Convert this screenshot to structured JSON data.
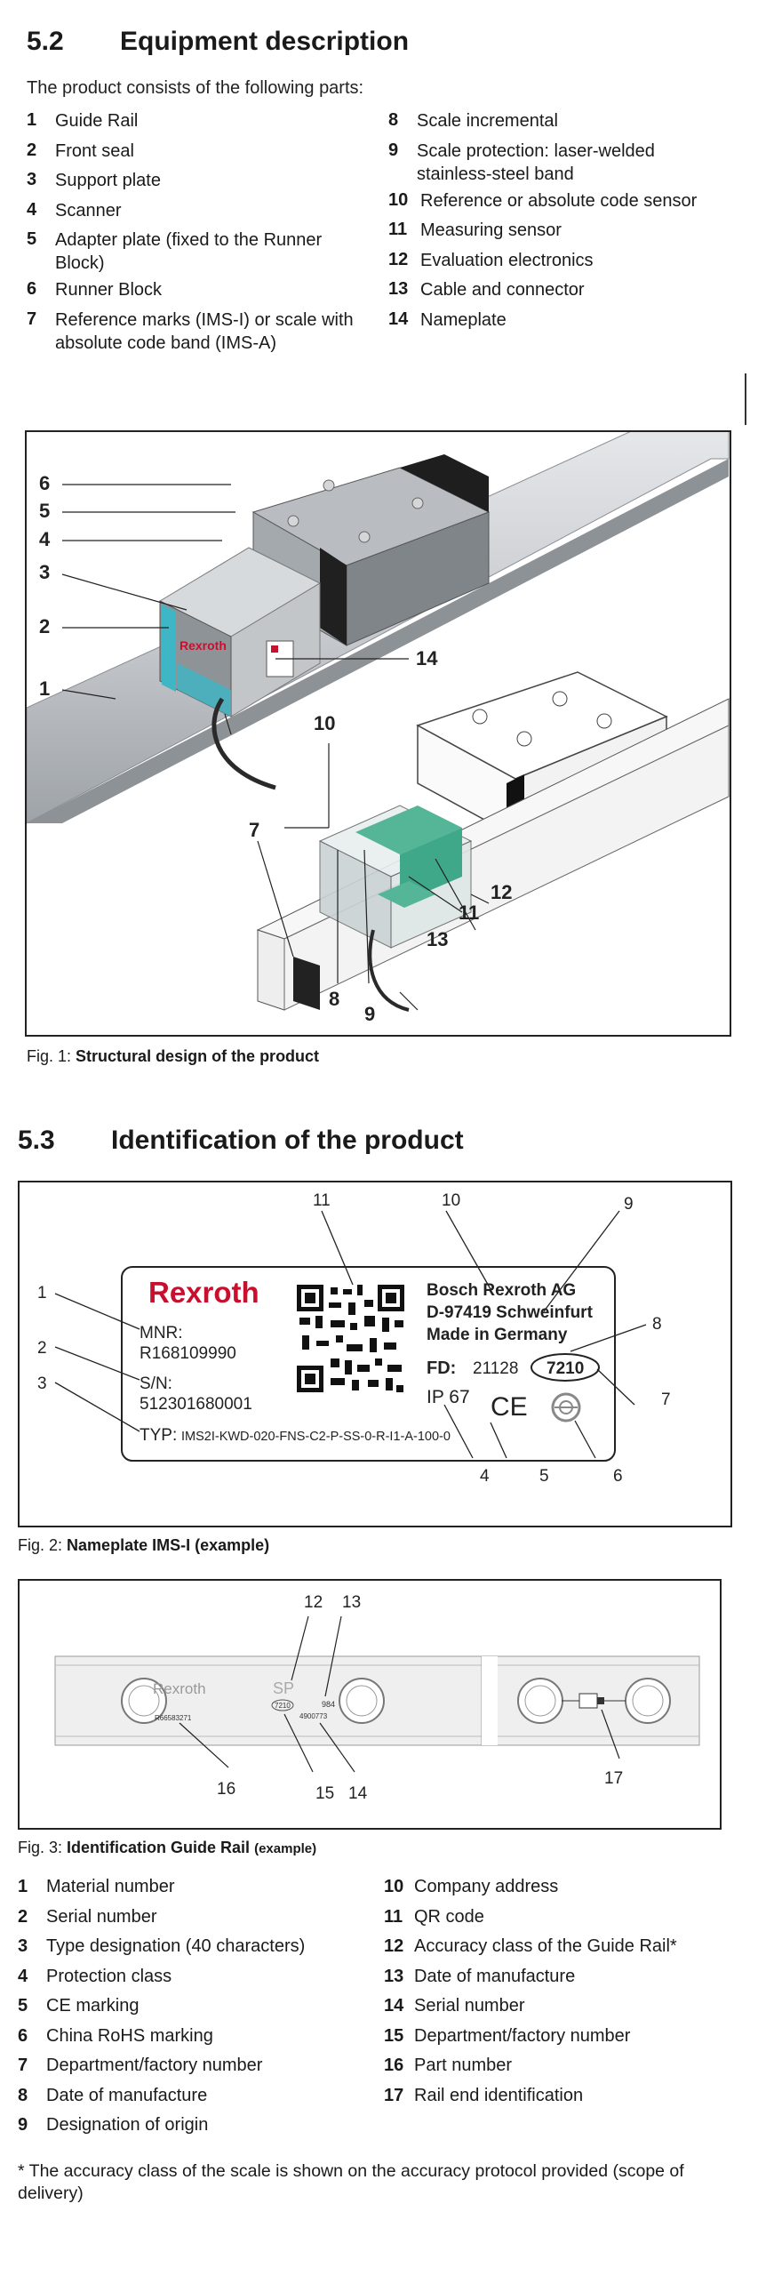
{
  "section52": {
    "num": "5.2",
    "title": "Equipment description",
    "intro": "The product consists of the following parts:",
    "parts_left": [
      {
        "n": "1",
        "t": "Guide Rail"
      },
      {
        "n": "2",
        "t": "Front seal"
      },
      {
        "n": "3",
        "t": "Support plate"
      },
      {
        "n": "4",
        "t": "Scanner"
      },
      {
        "n": "5",
        "t": "Adapter plate (fixed to the Runner Block)"
      },
      {
        "n": "6",
        "t": "Runner Block"
      },
      {
        "n": "7",
        "t": "Reference marks (IMS-I) or scale with absolute code band (IMS-A)"
      }
    ],
    "parts_right": [
      {
        "n": "8",
        "t": "Scale incremental"
      },
      {
        "n": "9",
        "t": "Scale protection: laser-welded stainless-steel band"
      },
      {
        "n": "10",
        "t": "Reference or absolute code sensor"
      },
      {
        "n": "11",
        "t": "Measuring sensor"
      },
      {
        "n": "12",
        "t": "Evaluation electronics"
      },
      {
        "n": "13",
        "t": "Cable and connector"
      },
      {
        "n": "14",
        "t": "Nameplate"
      }
    ]
  },
  "fig1": {
    "caption_prefix": "Fig. 1:",
    "caption": "Structural design of the product",
    "callouts": [
      "1",
      "2",
      "3",
      "4",
      "5",
      "6",
      "7",
      "8",
      "9",
      "10",
      "11",
      "12",
      "13",
      "14"
    ]
  },
  "section53": {
    "num": "5.3",
    "title": "Identification of the product"
  },
  "fig2": {
    "caption_prefix": "Fig. 2:",
    "caption": "Nameplate IMS-I (example)",
    "brand": "Rexroth",
    "mnr_label": "MNR:",
    "mnr_value": "R168109990",
    "sn_label": "S/N:",
    "sn_value": "512301680001",
    "typ_label": "TYP:",
    "typ_value": "IMS2I-KWD-020-FNS-C2-P-SS-0-R-I1-A-100-0",
    "company1": "Bosch Rexroth AG",
    "company2": "D-97419 Schweinfurt",
    "company3": "Made in Germany",
    "fd_label": "FD:",
    "fd_value": "21128",
    "dept": "7210",
    "ip": "IP 67",
    "ce": "CE",
    "callouts": [
      "1",
      "2",
      "3",
      "4",
      "5",
      "6",
      "7",
      "8",
      "9",
      "10",
      "11"
    ]
  },
  "fig3": {
    "caption_prefix": "Fig. 3:",
    "caption": "Identification Guide Rail",
    "caption_suffix": "(example)",
    "brand": "Rexroth",
    "sp": "SP",
    "dept": "7210",
    "date": "984",
    "part": "R66583271",
    "serial": "4900773",
    "callouts": [
      "12",
      "13",
      "14",
      "15",
      "16",
      "17"
    ]
  },
  "legend_left": [
    {
      "n": "1",
      "t": "Material number"
    },
    {
      "n": "2",
      "t": "Serial number"
    },
    {
      "n": "3",
      "t": "Type designation (40 characters)"
    },
    {
      "n": "4",
      "t": "Protection class"
    },
    {
      "n": "5",
      "t": "CE marking"
    },
    {
      "n": "6",
      "t": "China RoHS marking"
    },
    {
      "n": "7",
      "t": "Department/factory number"
    },
    {
      "n": "8",
      "t": "Date of manufacture"
    },
    {
      "n": "9",
      "t": "Designation of origin"
    }
  ],
  "legend_right": [
    {
      "n": "10",
      "t": "Company address"
    },
    {
      "n": "11",
      "t": "QR code"
    },
    {
      "n": "12",
      "t": "Accuracy class of the Guide Rail*"
    },
    {
      "n": "13",
      "t": "Date of manufacture"
    },
    {
      "n": "14",
      "t": "Serial number"
    },
    {
      "n": "15",
      "t": "Department/factory number"
    },
    {
      "n": "16",
      "t": "Part number"
    },
    {
      "n": "17",
      "t": "Rail end identification"
    }
  ],
  "footnote": "* The accuracy class of the scale is shown on the accuracy protocol provided (scope of delivery)"
}
